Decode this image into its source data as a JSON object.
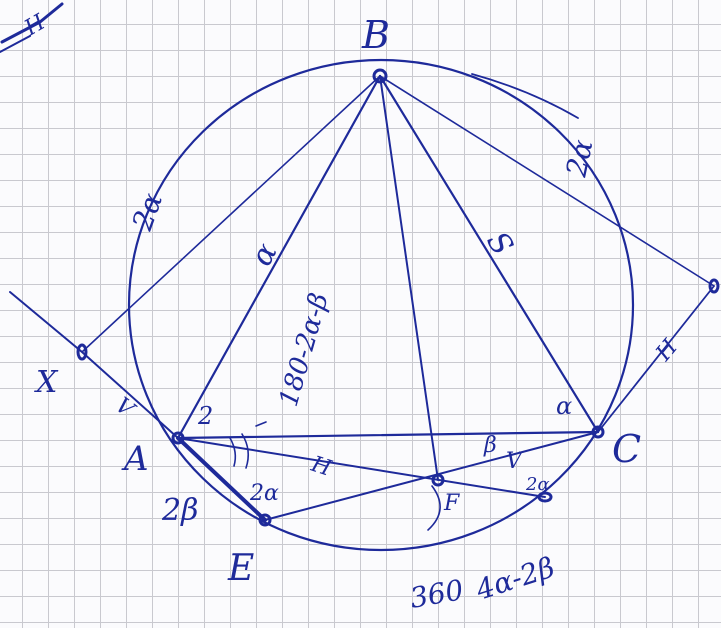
{
  "ink_color": "#1e2a9a",
  "grid_color": "#c9c9cf",
  "points": {
    "A": "A",
    "B": "B",
    "C": "C",
    "E": "E",
    "F": "F",
    "X": "X"
  },
  "annotations": {
    "arc_AB": "2α",
    "arc_BC": "2α",
    "AB_mark": "α",
    "BC_mark": "S",
    "angle_at_A": "2",
    "angle_ABF": "180-2α-β",
    "angle_at_C": "α",
    "angle_at_F": "β",
    "seg_AF_mark": "H",
    "seg_FC_mark": "V",
    "XA_mark": "V",
    "arc_AE": "2β",
    "angle_at_E": "2α",
    "arc_E_right": "2α",
    "arc_bottom": "4α-2β",
    "arc_bottom_value": "360",
    "top_left_mark": "H",
    "right_mark": "H"
  }
}
